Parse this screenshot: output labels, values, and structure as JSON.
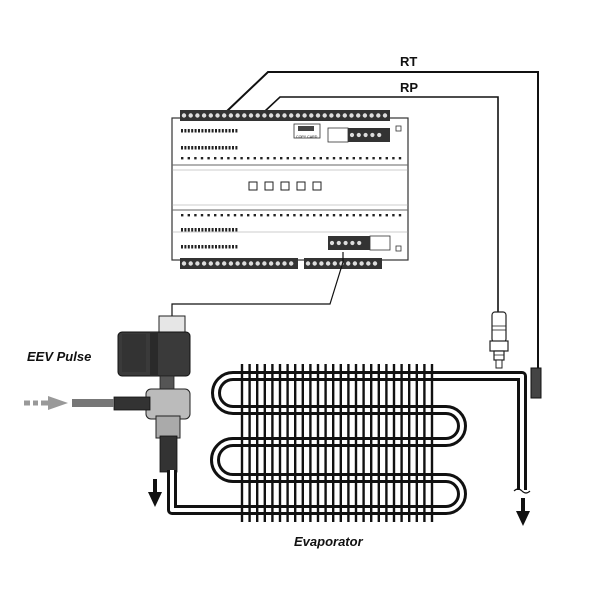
{
  "labels": {
    "rt": "RT",
    "rp": "RP",
    "eev_pulse": "EEV Pulse",
    "evaporator": "Evaporator",
    "copy_card": "COPY CARD"
  },
  "icons": {
    "controller": "controller-icon",
    "valve": "expansion-valve-icon",
    "pressure_probe": "pressure-transducer-icon",
    "temp_probe": "temperature-probe-icon",
    "evaporator": "evaporator-coil-icon"
  },
  "colors": {
    "line": "#111111",
    "inlet_arrow": "#888888"
  }
}
